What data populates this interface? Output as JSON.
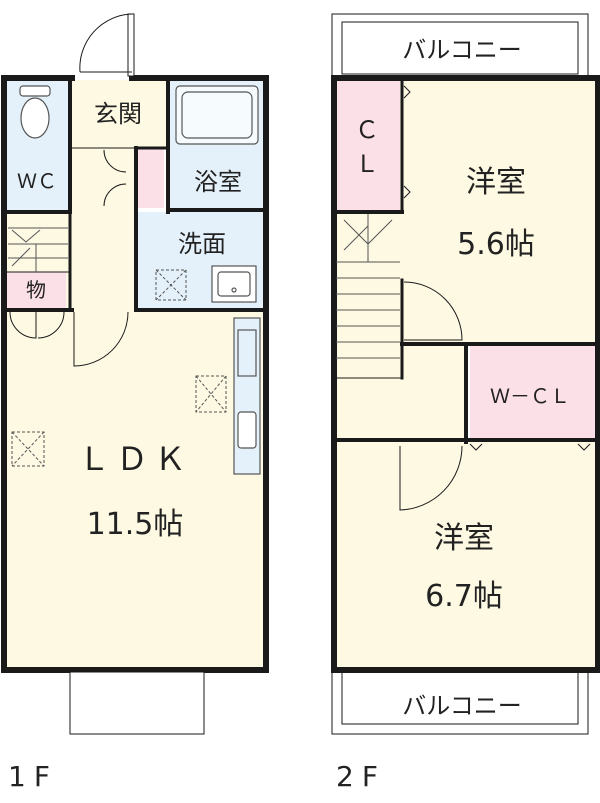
{
  "floors": [
    {
      "label": "1F",
      "rooms": {
        "wc": "ＷＣ",
        "entrance": "玄関",
        "bath": "浴室",
        "washroom": "洗面",
        "storage": "物",
        "ldk": "ＬＤＫ",
        "ldk_size": "11.5帖"
      }
    },
    {
      "label": "2F",
      "balcony_top": "バルコニー",
      "balcony_bottom": "バルコニー",
      "rooms": {
        "closet_top": "Ｃ",
        "closet_bottom": "Ｌ",
        "bedroom1": "洋室",
        "bedroom1_size": "5.6帖",
        "walkin": "Ｗ－ＣＬ",
        "bedroom2": "洋室",
        "bedroom2_size": "6.7帖"
      }
    }
  ],
  "colors": {
    "floor": "#fdf9e3",
    "wet_area": "#e4f1fa",
    "closet": "#fbe0e8",
    "wall": "#1a1a1a",
    "fixture": "#6a6a6a"
  }
}
